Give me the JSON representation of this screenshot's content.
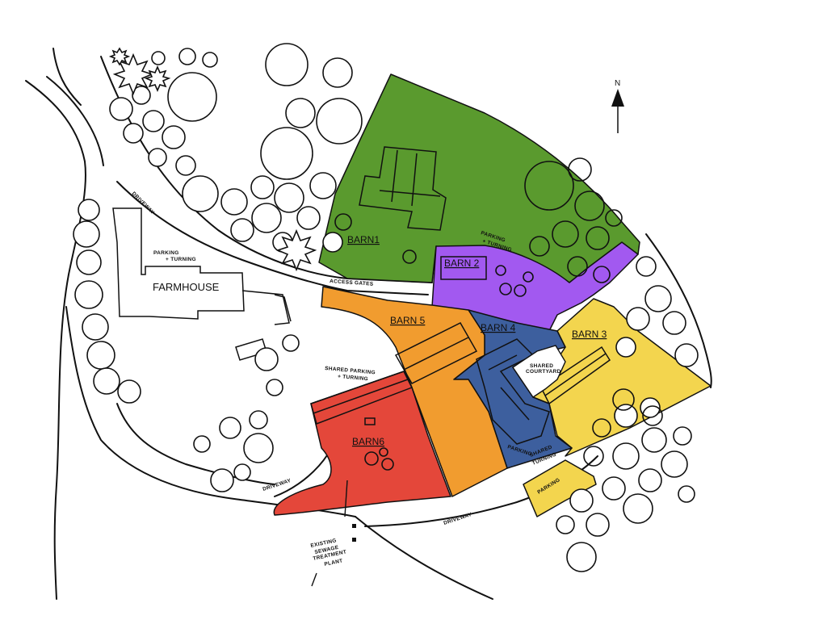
{
  "site_plan": {
    "north_label": "N",
    "barns": [
      {
        "label": "BARN1",
        "color": "#5a9a2e"
      },
      {
        "label": "BARN 2",
        "color": "#a259f0"
      },
      {
        "label": "BARN 3",
        "color": "#f3d54e"
      },
      {
        "label": "BARN 4",
        "color": "#3d5f9e"
      },
      {
        "label": "BARN 5",
        "color": "#f19c2f"
      },
      {
        "label": "BARN6",
        "color": "#e4473a"
      }
    ],
    "labels": {
      "farmhouse": "FARMHOUSE",
      "parking_turning": "PARKING",
      "parking_turning_2": "+ TURNING",
      "barn1_parking": "PARKING",
      "barn1_parking_2": "+ TURNING",
      "access_gates": "ACCESS GATES",
      "shared_parking": "SHARED PARKING",
      "shared_parking_2": "+ TURNING",
      "shared_courtyard": "SHARED",
      "shared_courtyard_2": "COURTYARD",
      "parking_barn4": "PARKING",
      "shared_turning": "SHARED",
      "shared_turning_2": "TURNING",
      "parking_barn3": "PARKING",
      "driveway_left": "DRIVEWAY",
      "driveway_bottom": "DRIVEWAY",
      "driveway_top": "DRIVEWAY",
      "sewage_1": "EXISTING",
      "sewage_2": "SEWAGE",
      "sewage_3": "TREATMENT",
      "sewage_4": "PLANT"
    }
  }
}
